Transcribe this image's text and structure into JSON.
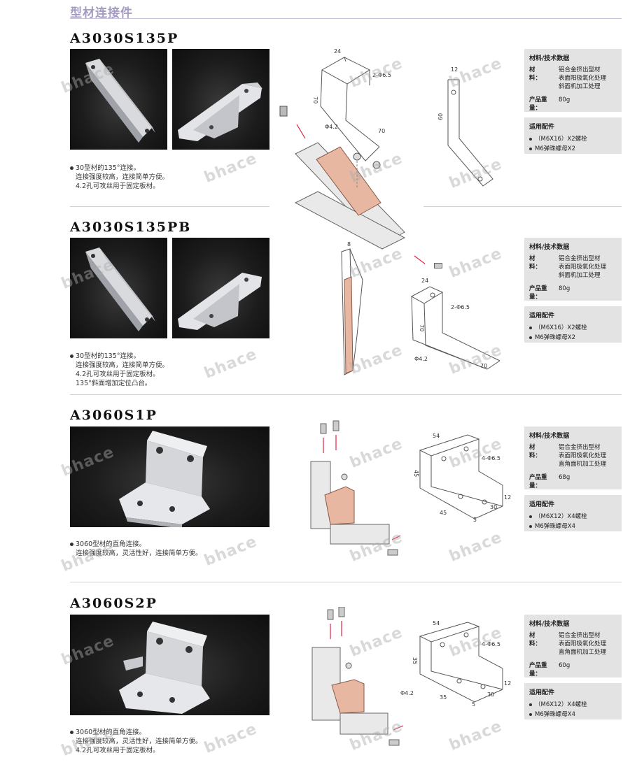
{
  "page": {
    "title": "型材连接件"
  },
  "watermark": "bhace",
  "colors": {
    "accent": "#a59ac0",
    "panel": "#e3e3e3",
    "highlight": "#e8b7a2"
  },
  "products": [
    {
      "model": "A3030S135P",
      "desc": [
        "30型材的135°连接。",
        "连接强度较高，连接简单方便。",
        "4.2孔可攻丝用于固定板材。"
      ],
      "spec": {
        "heading": "材料/技术数据",
        "material_key": "材　　料：",
        "material": [
          "铝合金挤出型材",
          "表面阳极氧化处理",
          "斜面机加工处理"
        ],
        "weight_key": "产品重量：",
        "weight": "80g"
      },
      "accessories": {
        "heading": "适用配件",
        "items": [
          "（M6X16）X2螺栓",
          "M6弹珠螺母X2"
        ]
      },
      "dims": [
        "24",
        "2-Φ6.5",
        "70",
        "Φ4.2",
        "70",
        "12",
        "60"
      ]
    },
    {
      "model": "A3030S135PB",
      "desc": [
        "30型材的135°连接。",
        "连接强度较高，连接简单方便。",
        "4.2孔可攻丝用于固定板材。",
        "135°斜面增加定位凸台。"
      ],
      "spec": {
        "heading": "材料/技术数据",
        "material_key": "材　　料：",
        "material": [
          "铝合金挤出型材",
          "表面阳极氧化处理",
          "斜面机加工处理"
        ],
        "weight_key": "产品重量：",
        "weight": "80g"
      },
      "accessories": {
        "heading": "适用配件",
        "items": [
          "（M6X16）X2螺栓",
          "M6弹珠螺母X2"
        ]
      },
      "dims": [
        "8",
        "24",
        "2-Φ6.5",
        "70",
        "Φ4.2",
        "70"
      ]
    },
    {
      "model": "A3060S1P",
      "desc": [
        "3060型材的直角连接。",
        "连接强度较高，灵活性好，连接简单方便。"
      ],
      "spec": {
        "heading": "材料/技术数据",
        "material_key": "材　　料：",
        "material": [
          "铝合金挤出型材",
          "表面阳极氧化处理",
          "直角面机加工处理"
        ],
        "weight_key": "产品重量：",
        "weight": "68g"
      },
      "accessories": {
        "heading": "适用配件",
        "items": [
          "（M6X12）X4螺栓",
          "M6弹珠螺母X4"
        ]
      },
      "dims": [
        "54",
        "4-Φ6.5",
        "45",
        "45",
        "5",
        "30",
        "12"
      ]
    },
    {
      "model": "A3060S2P",
      "desc": [
        "3060型材的直角连接。",
        "连接强度较高，灵活性好，连接简单方便。",
        "4.2孔可攻丝用于固定板材。"
      ],
      "spec": {
        "heading": "材料/技术数据",
        "material_key": "材　　料：",
        "material": [
          "铝合金挤出型材",
          "表面阳极氧化处理",
          "直角面机加工处理"
        ],
        "weight_key": "产品重量：",
        "weight": "60g"
      },
      "accessories": {
        "heading": "适用配件",
        "items": [
          "（M6X12）X4螺栓",
          "M6弹珠螺母X4"
        ]
      },
      "dims": [
        "54",
        "4-Φ6.5",
        "35",
        "Φ4.2",
        "35",
        "5",
        "30",
        "12"
      ]
    }
  ]
}
